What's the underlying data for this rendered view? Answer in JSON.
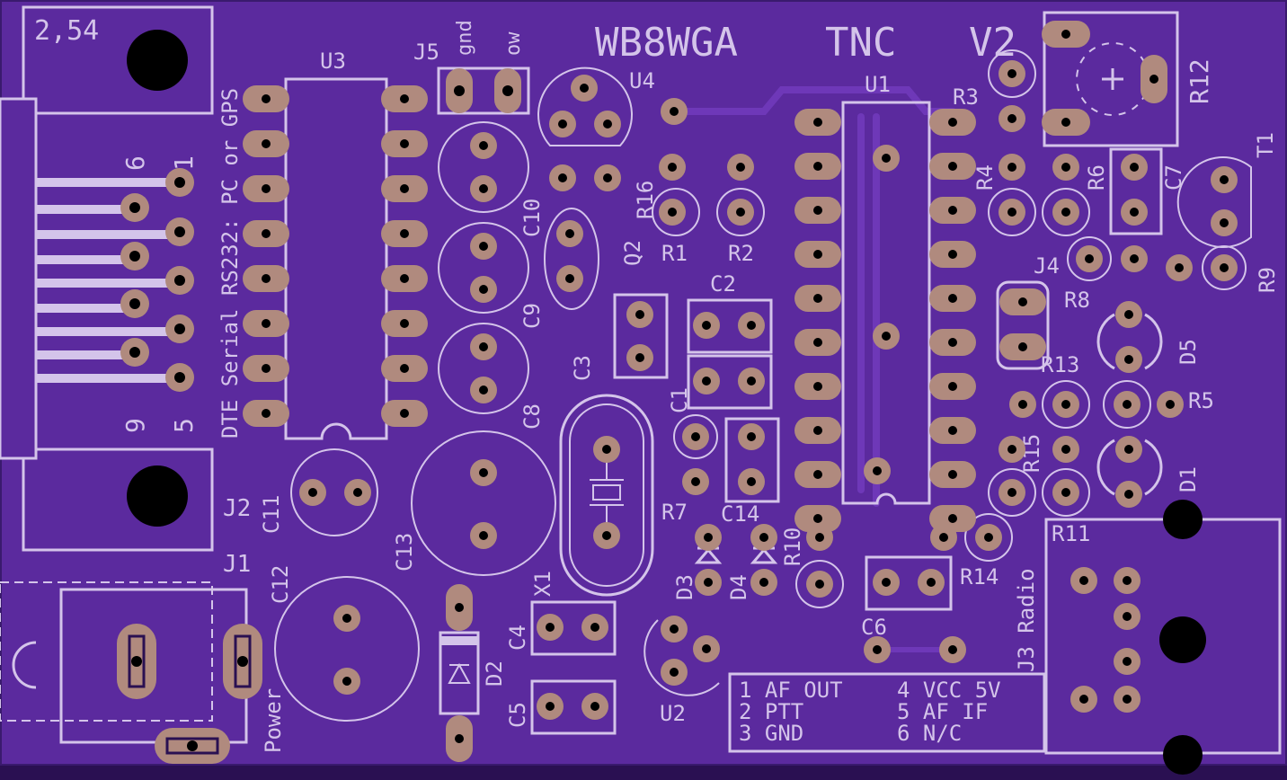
{
  "board": {
    "title": "WB8WGA TNC V2",
    "title_parts": [
      "WB8WGA",
      "TNC",
      "V2"
    ],
    "pitch_label": "2,54",
    "rs232_label": "DTE Serial RS232: PC or GPS",
    "power_label": "Power",
    "radio_label": "J3 Radio"
  },
  "db9_pins": [
    "6",
    "1",
    "9",
    "5"
  ],
  "refs": {
    "U1": "U1",
    "U2": "U2",
    "U3": "U3",
    "U4": "U4",
    "J1": "J1",
    "J2": "J2",
    "J4": "J4",
    "J5": "J5",
    "C1": "C1",
    "C2": "C2",
    "C3": "C3",
    "C4": "C4",
    "C5": "C5",
    "C6": "C6",
    "C7": "C7",
    "C8": "C8",
    "C9": "C9",
    "C10": "C10",
    "C11": "C11",
    "C12": "C12",
    "C13": "C13",
    "C14": "C14",
    "R1": "R1",
    "R2": "R2",
    "R3": "R3",
    "R4": "R4",
    "R5": "R5",
    "R6": "R6",
    "R7": "R7",
    "R8": "R8",
    "R9": "R9",
    "R10": "R10",
    "R11": "R11",
    "R12": "R12",
    "R13": "R13",
    "R14": "R14",
    "R15": "R15",
    "R16": "R16",
    "D1": "D1",
    "D2": "D2",
    "D3": "D3",
    "D4": "D4",
    "D5": "D5",
    "Q2": "Q2",
    "T1": "T1",
    "X1": "X1"
  },
  "j5_labels": [
    "gnd",
    "ow"
  ],
  "pinout_legend": [
    [
      "1 AF OUT",
      "4 VCC 5V"
    ],
    [
      "2 PTT",
      "5 AF IF"
    ],
    [
      "3 GND",
      "6 N/C"
    ]
  ],
  "colors": {
    "board": "#2a1052",
    "copper_fill": "#5b2a9e",
    "silkscreen": "#d4c4ea",
    "pad": "#b08a7e",
    "trace": "#6e38b8"
  }
}
